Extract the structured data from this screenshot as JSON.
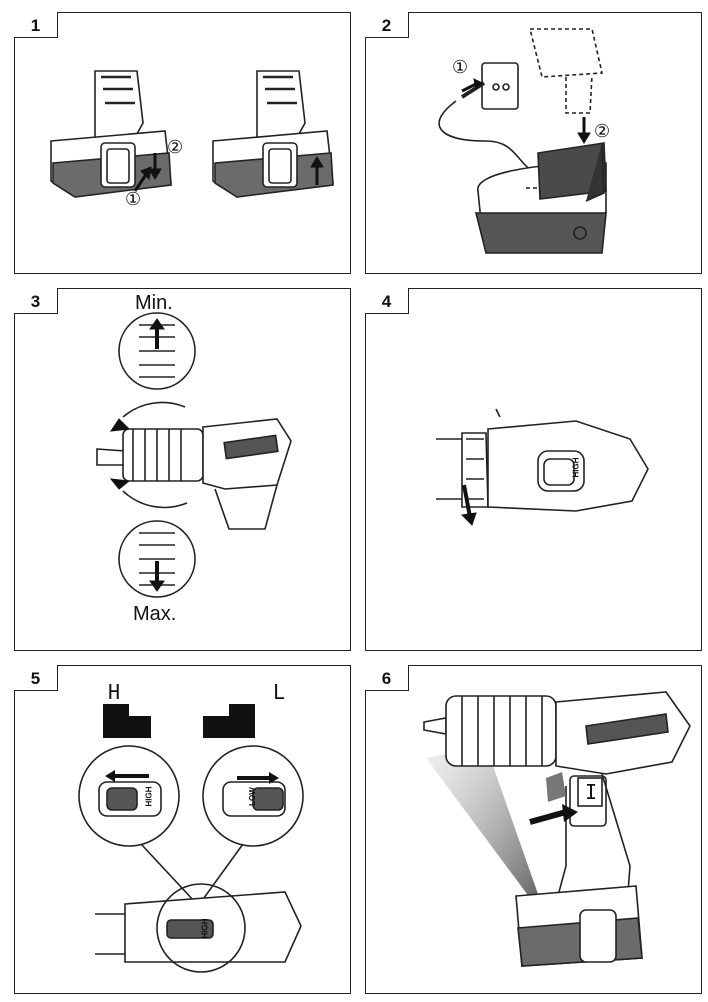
{
  "panels": [
    {
      "number": "1"
    },
    {
      "number": "2"
    },
    {
      "number": "3"
    },
    {
      "number": "4"
    },
    {
      "number": "5"
    },
    {
      "number": "6"
    }
  ],
  "panel1": {
    "step1": "①",
    "step2": "②"
  },
  "panel2": {
    "step1": "①",
    "step2": "②"
  },
  "panel3": {
    "min_label": "Min.",
    "max_label": "Max."
  },
  "panel5": {
    "high_symbol": "H",
    "low_symbol": "L",
    "high_text": "HIGH",
    "low_text": "LOW",
    "high_text_small": "HIGH"
  },
  "panel4": {
    "switch_text": "HIGH"
  },
  "panel6": {
    "trigger_symbol": "I"
  }
}
